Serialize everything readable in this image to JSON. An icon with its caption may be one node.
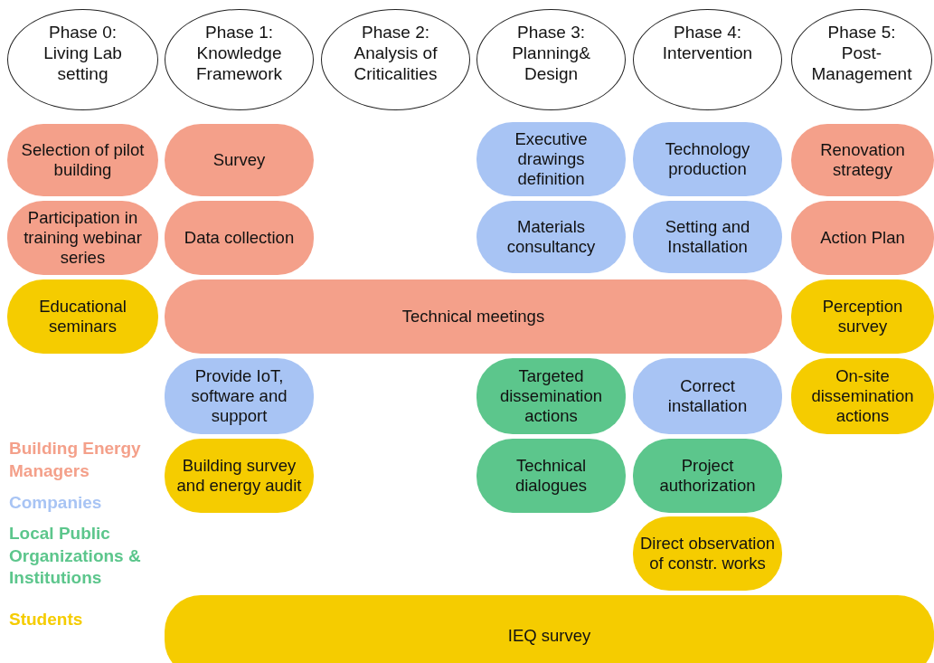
{
  "diagram": {
    "nodes": [
      {
        "text": [
          "Phase 0: Living Lab setting"
        ]
      },
      {
        "text": [
          "Phase 1: Knowledge Framework"
        ]
      },
      {
        "text": [
          "Phase 2: Analysis of Criticalities"
        ]
      },
      {
        "text": [
          "Phase 3: Planning& Design"
        ]
      },
      {
        "text": [
          "Phase 4: Intervention"
        ]
      },
      {
        "text": [
          "Phase 5: Post-Management"
        ]
      },
      {
        "text": [
          "Selection of pilot building"
        ]
      },
      {
        "text": [
          "Survey"
        ]
      },
      {
        "text": [
          "Executive drawings definition"
        ]
      },
      {
        "text": [
          "Technology production"
        ]
      },
      {
        "text": [
          "Renovation strategy"
        ]
      },
      {
        "text": [
          "Participation in training webinar series"
        ]
      },
      {
        "text": [
          "Data collection"
        ]
      },
      {
        "text": [
          "Materials consultancy"
        ]
      },
      {
        "text": [
          "Setting and Installation"
        ]
      },
      {
        "text": [
          "Action Plan"
        ]
      },
      {
        "text": [
          "Educational seminars"
        ]
      },
      {
        "text": [
          "Technical meetings"
        ]
      },
      {
        "text": [
          "Perception survey"
        ]
      },
      {
        "text": [
          "Provide IoT, software and support"
        ]
      },
      {
        "text": [
          "Targeted dissemination actions"
        ]
      },
      {
        "text": [
          "Correct installation"
        ]
      },
      {
        "text": [
          "On-site dissemination actions"
        ]
      },
      {
        "text": [
          "Building survey and energy audit"
        ]
      },
      {
        "text": [
          "Technical dialogues"
        ]
      },
      {
        "text": [
          "Project authorization"
        ]
      },
      {
        "text": [
          "Direct observation of constr. works"
        ]
      },
      {
        "text": [
          "IEQ survey"
        ]
      }
    ],
    "legend": [
      {
        "text": "Building Energy Managers",
        "color": "#f4a08a"
      },
      {
        "text": "Companies",
        "color": "#a8c4f4"
      },
      {
        "text": "Local Public Organizations & Institutions",
        "color": "#5cc68c"
      },
      {
        "text": "Students",
        "color": "#f5cc00"
      }
    ]
  }
}
